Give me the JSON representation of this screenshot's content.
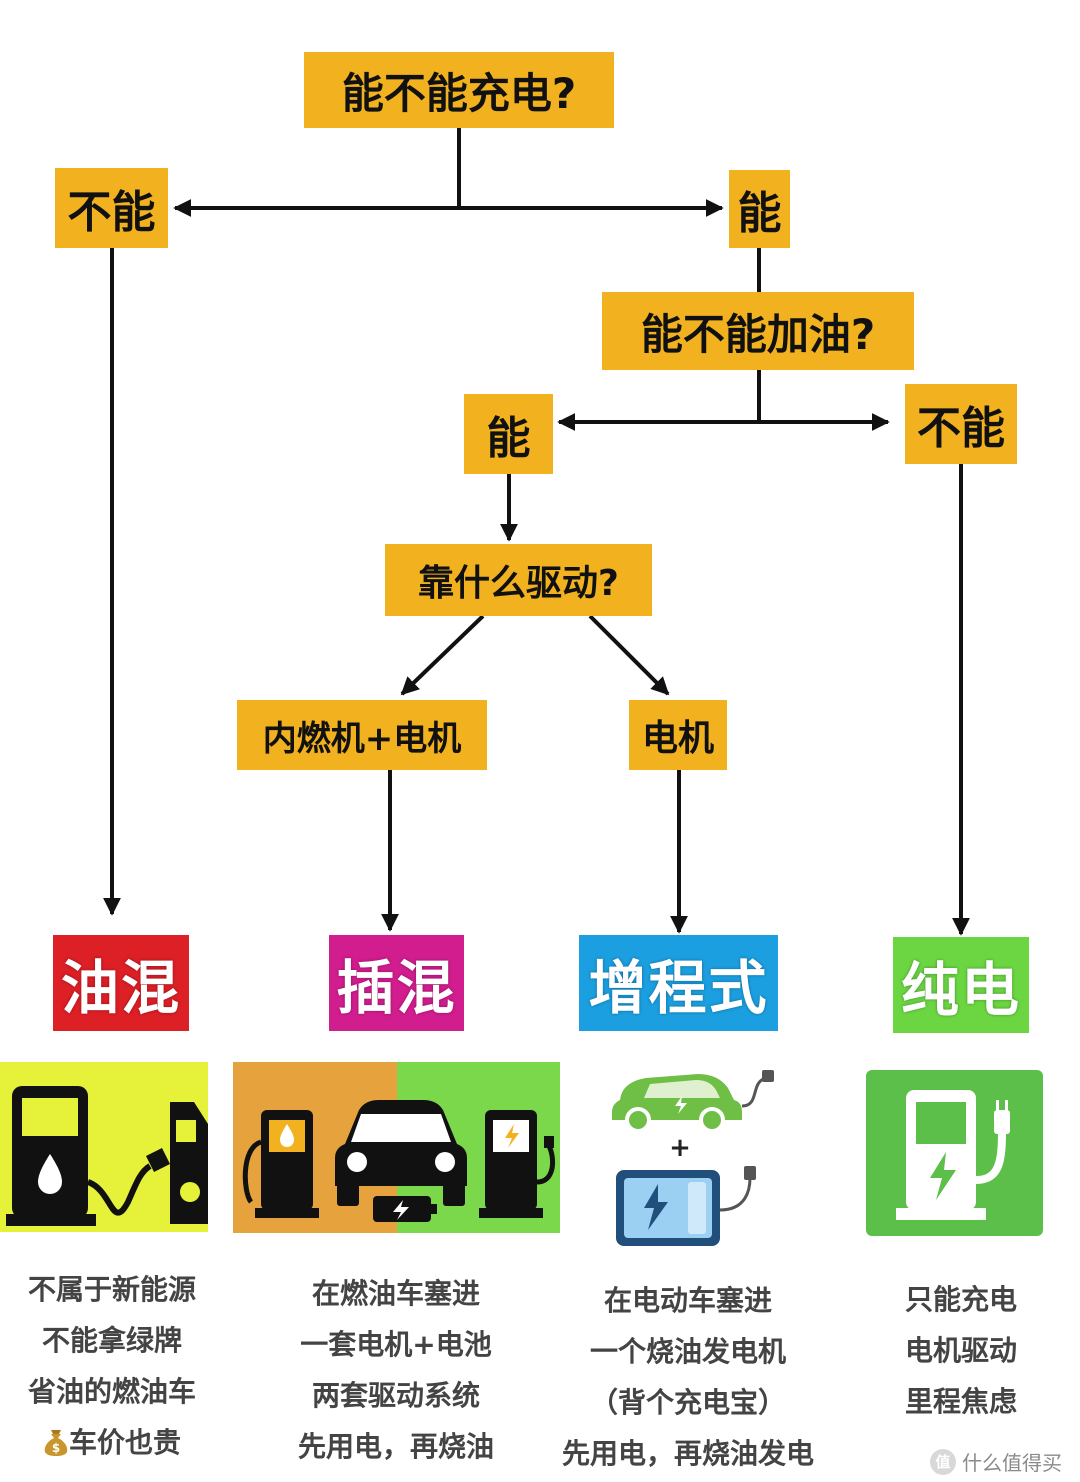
{
  "nodes": {
    "q_charge": "能不能充电?",
    "charge_no": "不能",
    "charge_yes": "能",
    "q_fuel": "能不能加油?",
    "fuel_yes": "能",
    "fuel_no": "不能",
    "q_drive": "靠什么驱动?",
    "drive_ice_motor": "内燃机+电机",
    "drive_motor": "电机"
  },
  "categories": [
    {
      "label": "油混",
      "color": "#dd1f26",
      "lines": [
        "不属于新能源",
        "不能拿绿牌",
        "省油的燃油车",
        "车价也贵"
      ]
    },
    {
      "label": "插混",
      "color": "#d21d8f",
      "lines": [
        "在燃油车塞进",
        "一套电机+电池",
        "两套驱动系统",
        "先用电，再烧油"
      ]
    },
    {
      "label": "增程式",
      "color": "#1b9fe0",
      "lines": [
        "在电动车塞进",
        "一个烧油发电机",
        "（背个充电宝）",
        "先用电，再烧油发电"
      ]
    },
    {
      "label": "纯电",
      "color": "#6bd642",
      "lines": [
        "只能充电",
        "电机驱动",
        "里程焦虑"
      ]
    }
  ],
  "icons": {
    "hybrid": "fuel-pump-car-icon",
    "phev": "fuel-pump-car-charger-icon",
    "erev": "electric-car-powerbank-icon",
    "bev": "charging-station-icon",
    "money": "money-bag-icon"
  },
  "plus_sign": "+",
  "watermark": {
    "logo": "值",
    "text": "什么值得买"
  },
  "colors": {
    "node": "#f2b11f",
    "arrow": "#111111"
  }
}
